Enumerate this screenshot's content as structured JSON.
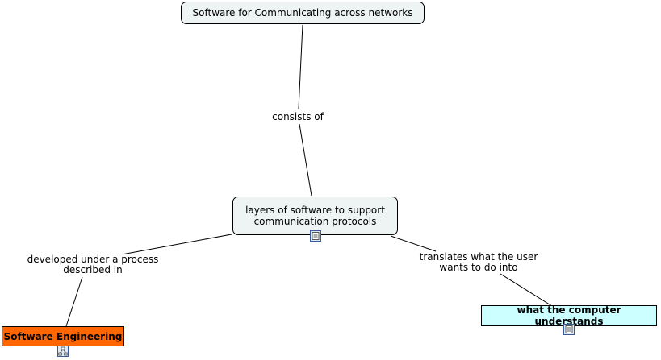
{
  "nodes": {
    "root": {
      "label": "Software for Communicating across networks"
    },
    "layers": {
      "label": "layers of software to support\ncommunication protocols"
    },
    "software_engineering": {
      "label": "Software Engineering"
    },
    "computer": {
      "label": "what the computer understands"
    }
  },
  "links": {
    "consists_of": "consists of",
    "developed_under": "developed under a process\ndescribed in",
    "translates": "translates what the user\nwants to do into"
  },
  "icons": {
    "layers_resource": "document-icon",
    "computer_resource": "document-icon",
    "se_resource": "concept-map-icon"
  },
  "colors": {
    "node_fill": "#eef3f3",
    "orange_fill": "#ff6600",
    "cyan_fill": "#ccffff",
    "line": "#000000"
  }
}
